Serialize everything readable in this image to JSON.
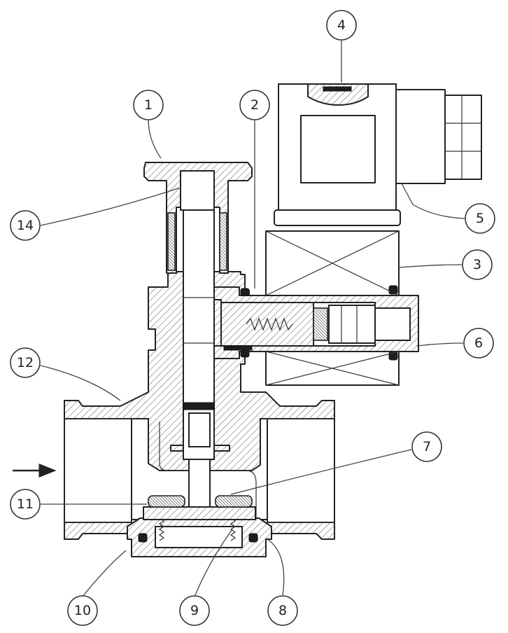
{
  "callouts": [
    {
      "id": "1",
      "label": "1"
    },
    {
      "id": "2",
      "label": "2"
    },
    {
      "id": "3",
      "label": "3"
    },
    {
      "id": "4",
      "label": "4"
    },
    {
      "id": "5",
      "label": "5"
    },
    {
      "id": "6",
      "label": "6"
    },
    {
      "id": "7",
      "label": "7"
    },
    {
      "id": "8",
      "label": "8"
    },
    {
      "id": "9",
      "label": "9"
    },
    {
      "id": "10",
      "label": "10"
    },
    {
      "id": "11",
      "label": "11"
    },
    {
      "id": "12",
      "label": "12"
    },
    {
      "id": "14",
      "label": "14"
    }
  ],
  "colors": {
    "line": "#222222",
    "hatch": "#555555",
    "background": "#ffffff"
  }
}
